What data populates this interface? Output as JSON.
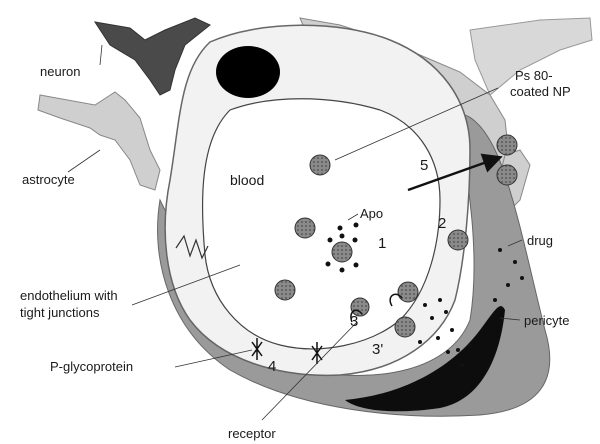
{
  "labels": {
    "neuron": "neuron",
    "astrocyte": "astrocyte",
    "blood": "blood",
    "apo": "Apo",
    "ps80_line1": "Ps 80-",
    "ps80_line2": "coated NP",
    "drug": "drug",
    "pericyte": "pericyte",
    "endothelium_line1": "endothelium with",
    "endothelium_line2": "tight junctions",
    "pglyco": "P-glycoprotein",
    "receptor": "receptor"
  },
  "pathway_numbers": [
    "1",
    "2",
    "3",
    "3'",
    "4",
    "5"
  ],
  "colors": {
    "neuron": "#4a4a4a",
    "astrocyte": "#cfcfcf",
    "pericyte": "#0d0d0d",
    "basement": "#9a9a9a",
    "endothelium": "#f2f2f2",
    "nanoparticle": "#8a8a8a"
  }
}
